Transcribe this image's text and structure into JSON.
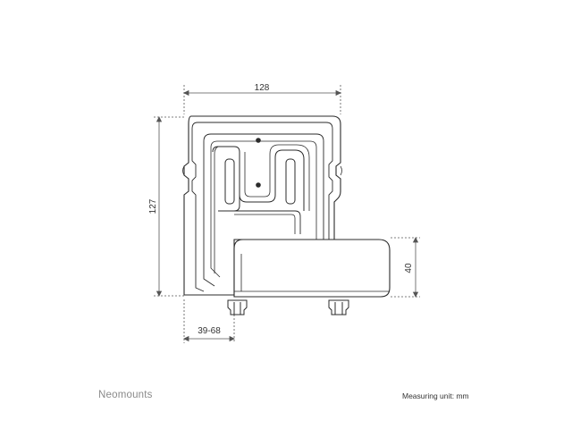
{
  "dimensions": {
    "width": "128",
    "height": "127",
    "shelf_height": "40",
    "adjustable_depth": "39-68"
  },
  "footer": {
    "brand": "Neomounts",
    "unit_note": "Measuring unit: mm"
  },
  "colors": {
    "line": "#2b2b2b",
    "dimension_line": "#555555",
    "brand_text": "#8a8a8a"
  }
}
